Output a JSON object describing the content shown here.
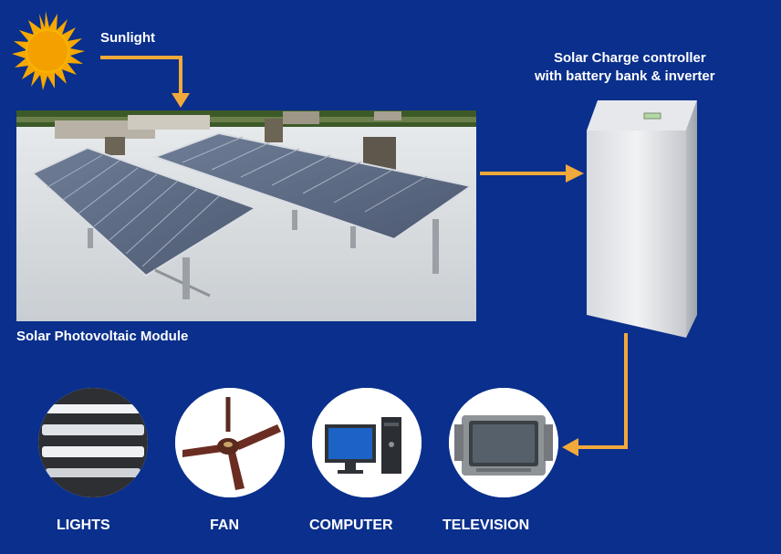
{
  "labels": {
    "sunlight": "Sunlight",
    "controller_line1": "Solar Charge controller",
    "controller_line2": "with battery bank &  inverter",
    "module": "Solar Photovoltaic Module"
  },
  "devices": [
    {
      "name": "LIGHTS",
      "icon": "lights-icon"
    },
    {
      "name": "FAN",
      "icon": "fan-icon"
    },
    {
      "name": "COMPUTER",
      "icon": "computer-icon"
    },
    {
      "name": "TELEVISION",
      "icon": "television-icon"
    }
  ],
  "colors": {
    "background": "#0a2f8c",
    "arrow": "#f2a93b",
    "sun": "#f6a800",
    "text": "#ffffff"
  }
}
